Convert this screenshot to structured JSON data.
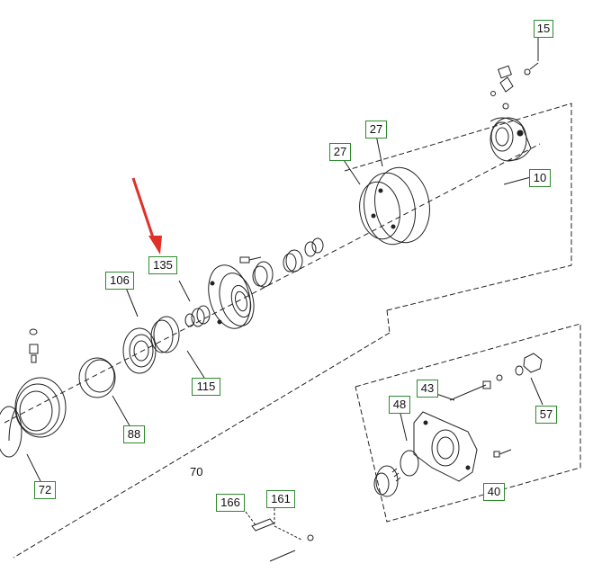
{
  "diagram": {
    "callouts": {
      "c15": "15",
      "c27a": "27",
      "c27b": "27",
      "c10": "10",
      "c135": "135",
      "c106": "106",
      "c115": "115",
      "c88": "88",
      "c72": "72",
      "c43": "43",
      "c48": "48",
      "c57": "57",
      "c40": "40",
      "c166": "166",
      "c161": "161"
    },
    "plain_label": "70",
    "arrow_color": "#e0302a",
    "callout_border_color": "#2d8a2d"
  }
}
